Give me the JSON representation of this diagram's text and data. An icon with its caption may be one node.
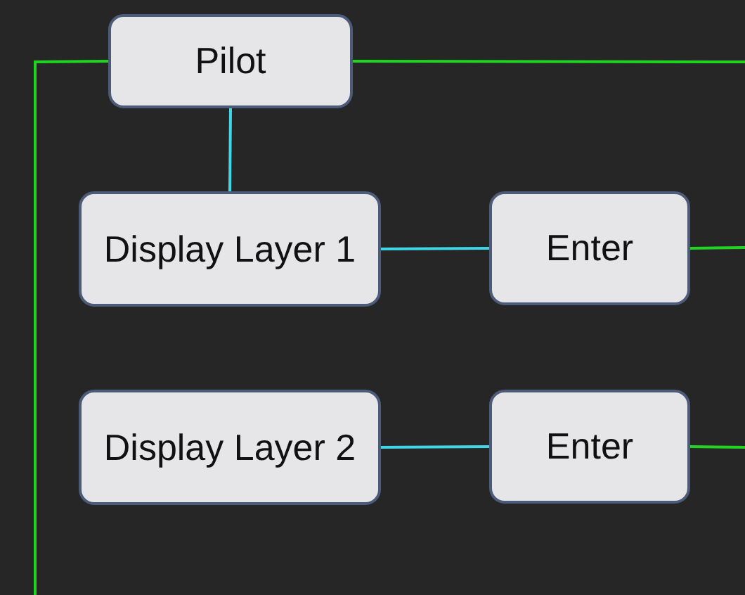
{
  "diagram": {
    "nodes": [
      {
        "text": [
          "Pilot"
        ]
      },
      {
        "text": [
          "Display Layer 1"
        ]
      },
      {
        "text": [
          "Enter"
        ]
      },
      {
        "text": [
          "Display Layer 2"
        ]
      },
      {
        "text": [
          "Enter"
        ]
      }
    ],
    "edges": [
      {
        "from": 0,
        "to": 1,
        "arrow": "none",
        "color": "#3fd6e6"
      },
      {
        "from": 1,
        "to": 2,
        "arrow": "none",
        "color": "#3fd6e6"
      },
      {
        "from": 3,
        "to": 4,
        "arrow": "none",
        "color": "#3fd6e6"
      },
      {
        "from": 0,
        "to": null,
        "arrow": "none",
        "color": "#22d422"
      },
      {
        "from": 0,
        "to": null,
        "arrow": "none",
        "color": "#22d422"
      },
      {
        "from": 2,
        "to": null,
        "arrow": "none",
        "color": "#22d422"
      },
      {
        "from": 4,
        "to": null,
        "arrow": "none",
        "color": "#22d422"
      }
    ]
  }
}
